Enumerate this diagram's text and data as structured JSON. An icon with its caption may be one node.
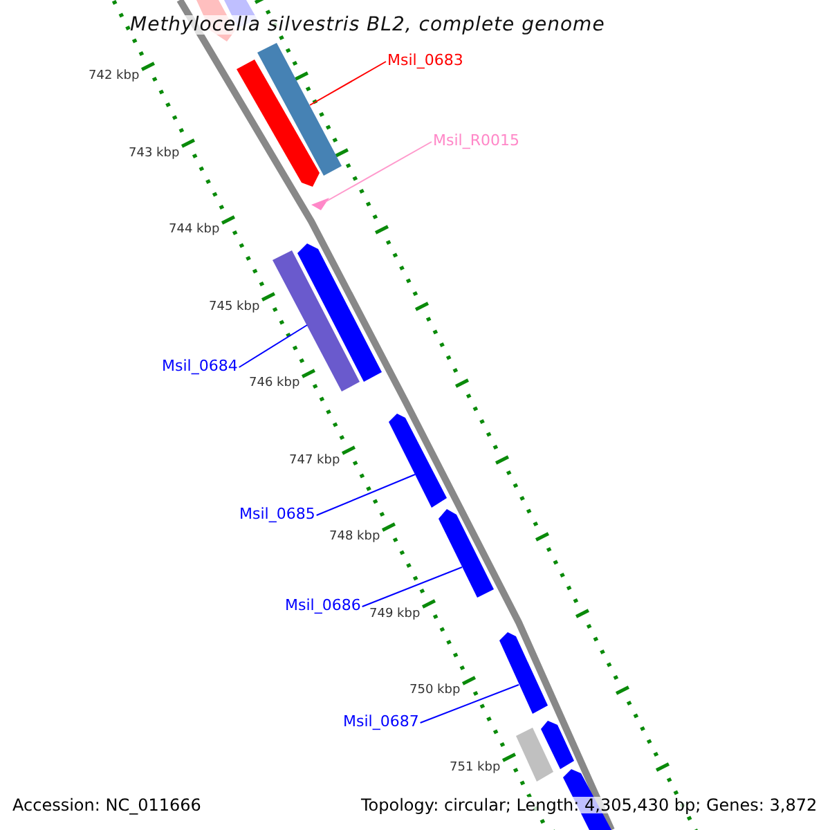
{
  "diagram": {
    "title": "Methylocella silvestris BL2, complete genome",
    "nodes": [
      {
        "text": [],
        "shape": "bar"
      },
      {
        "text": [],
        "shape": "bar"
      },
      {
        "text": [
          "Msil_0683"
        ]
      },
      {
        "text": [],
        "shape": "bar"
      },
      {
        "text": [],
        "shape": "bar"
      },
      {
        "text": [
          "Msil_R0015"
        ]
      },
      {
        "text": [],
        "shape": "triangle"
      },
      {
        "text": [],
        "shape": "bar"
      },
      {
        "text": [],
        "shape": "bar"
      },
      {
        "text": [
          "Msil_0684"
        ]
      },
      {
        "text": [],
        "shape": "bar"
      },
      {
        "text": [
          "Msil_0685"
        ]
      },
      {
        "text": [],
        "shape": "bar"
      },
      {
        "text": [
          "Msil_0686"
        ]
      },
      {
        "text": [],
        "shape": "bar"
      },
      {
        "text": [
          "Msil_0687"
        ]
      },
      {
        "text": [],
        "shape": "bar"
      },
      {
        "text": [],
        "shape": "bar"
      },
      {
        "text": [],
        "shape": "bar"
      }
    ],
    "edges": [
      {
        "from": 2,
        "to": 4,
        "arrow": "none",
        "color": "#ff0000"
      },
      {
        "from": 5,
        "to": 6,
        "arrow": "none",
        "color": "#ff99cc"
      },
      {
        "from": 9,
        "to": 7,
        "arrow": "none"
      },
      {
        "from": 11,
        "to": 10,
        "arrow": "none"
      },
      {
        "from": 13,
        "to": 12,
        "arrow": "none"
      },
      {
        "from": 15,
        "to": 14,
        "arrow": "none"
      }
    ],
    "labels": [
      "742 kbp",
      "743 kbp",
      "744 kbp",
      "745 kbp",
      "746 kbp",
      "747 kbp",
      "748 kbp",
      "749 kbp",
      "750 kbp",
      "751 kbp",
      "Accession: NC_011666",
      "Topology: circular; Length: 4,305,430 bp; Genes: 3,872"
    ]
  }
}
